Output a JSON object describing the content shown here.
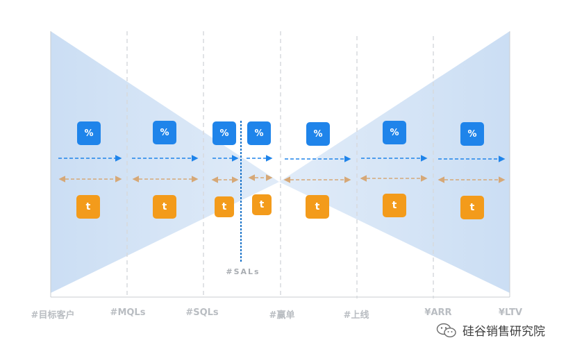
{
  "diagram": {
    "stages": [
      "#目标客户",
      "#MQLs",
      "#SQLs",
      "#赢单",
      "#上线",
      "¥ARR",
      "¥LTV"
    ],
    "sal_label": "#SALs",
    "conversion_symbol": "%",
    "time_symbol": "t",
    "colors": {
      "funnel_fill": "#cfe0f5",
      "conversion": "#1f84ea",
      "time": "#f39b1b",
      "time_arrow": "#d6a877",
      "divider": "#d7dadd",
      "sal_line": "#1a73c9",
      "axis": "#c9ccd0"
    }
  },
  "watermark": {
    "text": "硅谷销售研究院",
    "icon": "wechat-icon"
  }
}
